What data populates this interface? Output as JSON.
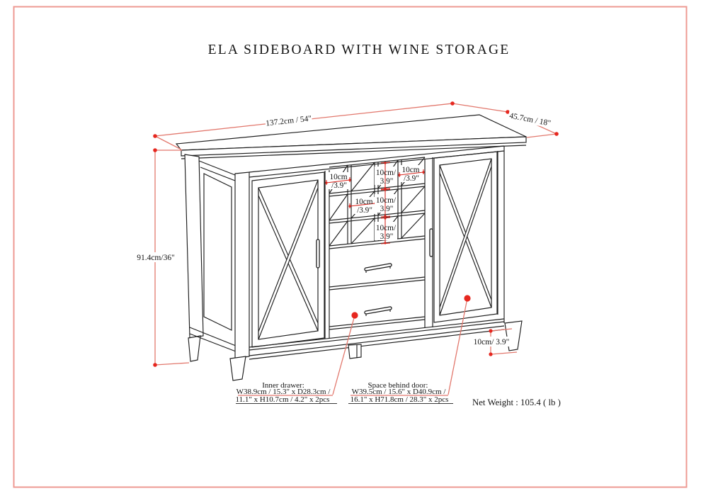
{
  "title": "ELA SIDEBOARD WITH WINE STORAGE",
  "dimensions": {
    "width_label": "137.2cm / 54\"",
    "depth_label": "45.7cm / 18\"",
    "height_label": "91.4cm/36\"",
    "leg_height_label": "10cm/ 3.9\""
  },
  "wine_rack_labels": {
    "r1c1": {
      "line1": "10cm",
      "line2": "/3.9\""
    },
    "r1c3": {
      "line1": "10cm/",
      "line2": "3.9\""
    },
    "r1c4": {
      "line1": "10cm",
      "line2": "/3.9\""
    },
    "r2c2": {
      "line1": "10cm",
      "line2": "/3.9\""
    },
    "r2c3": {
      "line1": "10cm/",
      "line2": "3.9\""
    },
    "r3c3": {
      "line1": "10cm/",
      "line2": "3.9\""
    }
  },
  "annotations": {
    "inner_drawer": {
      "heading": "Inner drawer:",
      "line1": "W38.9cm / 15.3\" x D28.3cm /",
      "line2": "11.1\" x H10.7cm / 4.2\" x 2pcs"
    },
    "space_behind_door": {
      "heading": "Space behind door:",
      "line1": "W39.5cm / 15.6\" x D40.9cm /",
      "line2": "16.1\" x H71.8cm / 28.3\" x 2pcs"
    },
    "net_weight": "Net Weight : 105.4 ( lb )"
  },
  "colors": {
    "line": "#1d1d1d",
    "dim_red": "#d8241c",
    "leader_salmon": "#e2786d",
    "border_salmon": "#ee9a93",
    "dot_red": "#e6271f"
  }
}
